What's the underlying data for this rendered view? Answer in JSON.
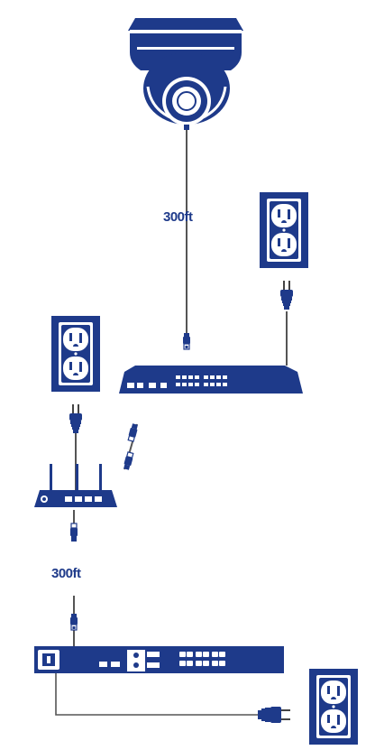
{
  "diagram": {
    "colors": {
      "primary": "#1e3a8a",
      "cable": "#555555",
      "background": "#ffffff"
    },
    "cable_labels": {
      "camera_to_switch": "300ft",
      "router_to_nvr": "300ft"
    },
    "devices": [
      {
        "name": "dome-camera",
        "icon": "dome-camera-icon"
      },
      {
        "name": "poe-switch",
        "icon": "network-switch-icon",
        "ports": 16
      },
      {
        "name": "router",
        "icon": "wifi-router-icon",
        "antennas": 3,
        "ports": 4
      },
      {
        "name": "nvr",
        "icon": "nvr-recorder-icon"
      },
      {
        "name": "wall-outlet",
        "icon": "duplex-outlet-icon",
        "count": 3
      }
    ]
  }
}
